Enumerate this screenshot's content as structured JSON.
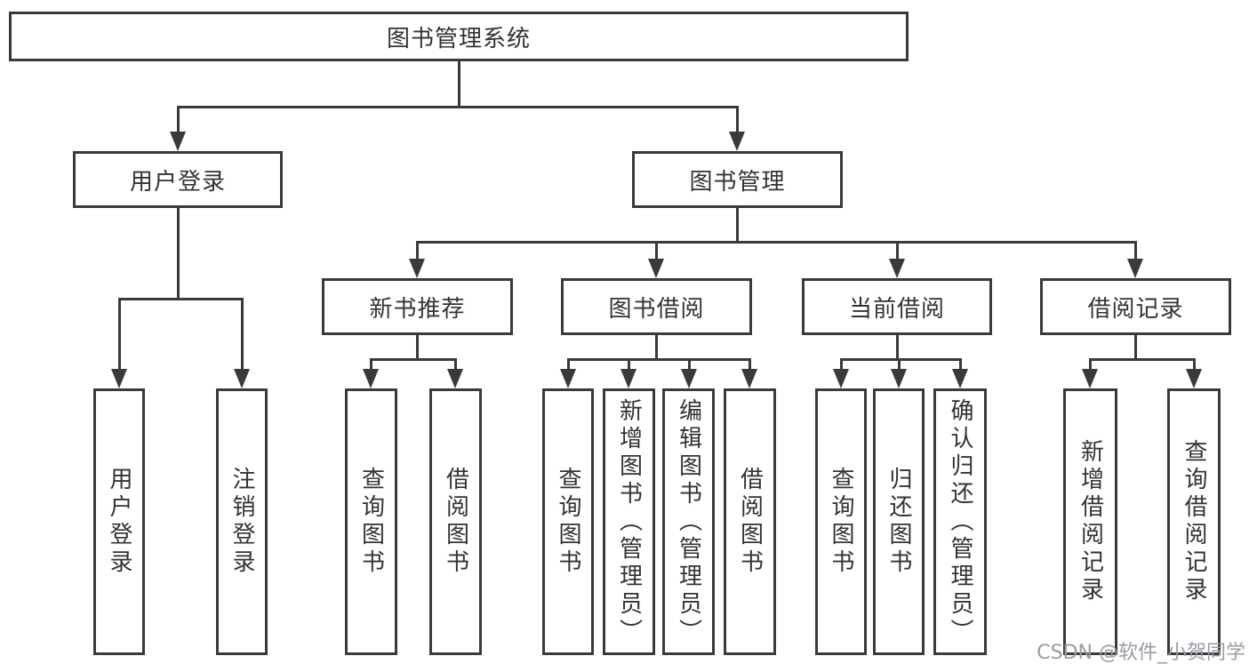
{
  "tree": {
    "label": "图书管理系统",
    "children": [
      {
        "label": "用户登录",
        "children": [
          {
            "label": "用户登录"
          },
          {
            "label": "注销登录"
          }
        ]
      },
      {
        "label": "图书管理",
        "children": [
          {
            "label": "新书推荐",
            "children": [
              {
                "label": "查询图书"
              },
              {
                "label": "借阅图书"
              }
            ]
          },
          {
            "label": "图书借阅",
            "children": [
              {
                "label": "查询图书"
              },
              {
                "label": "新增图书（管理员）"
              },
              {
                "label": "编辑图书（管理员）"
              },
              {
                "label": "借阅图书"
              }
            ]
          },
          {
            "label": "当前借阅",
            "children": [
              {
                "label": "查询图书"
              },
              {
                "label": "归还图书"
              },
              {
                "label": "确认归还（管理员）"
              }
            ]
          },
          {
            "label": "借阅记录",
            "children": [
              {
                "label": "新增借阅记录"
              },
              {
                "label": "查询借阅记录"
              }
            ]
          }
        ]
      }
    ]
  },
  "watermark": {
    "text": "CSDN @软件_小贺同学"
  },
  "colors": {
    "line": "#3a3a3a",
    "text": "#333333",
    "watermark": "#9b9ba3",
    "background": "#ffffff"
  }
}
